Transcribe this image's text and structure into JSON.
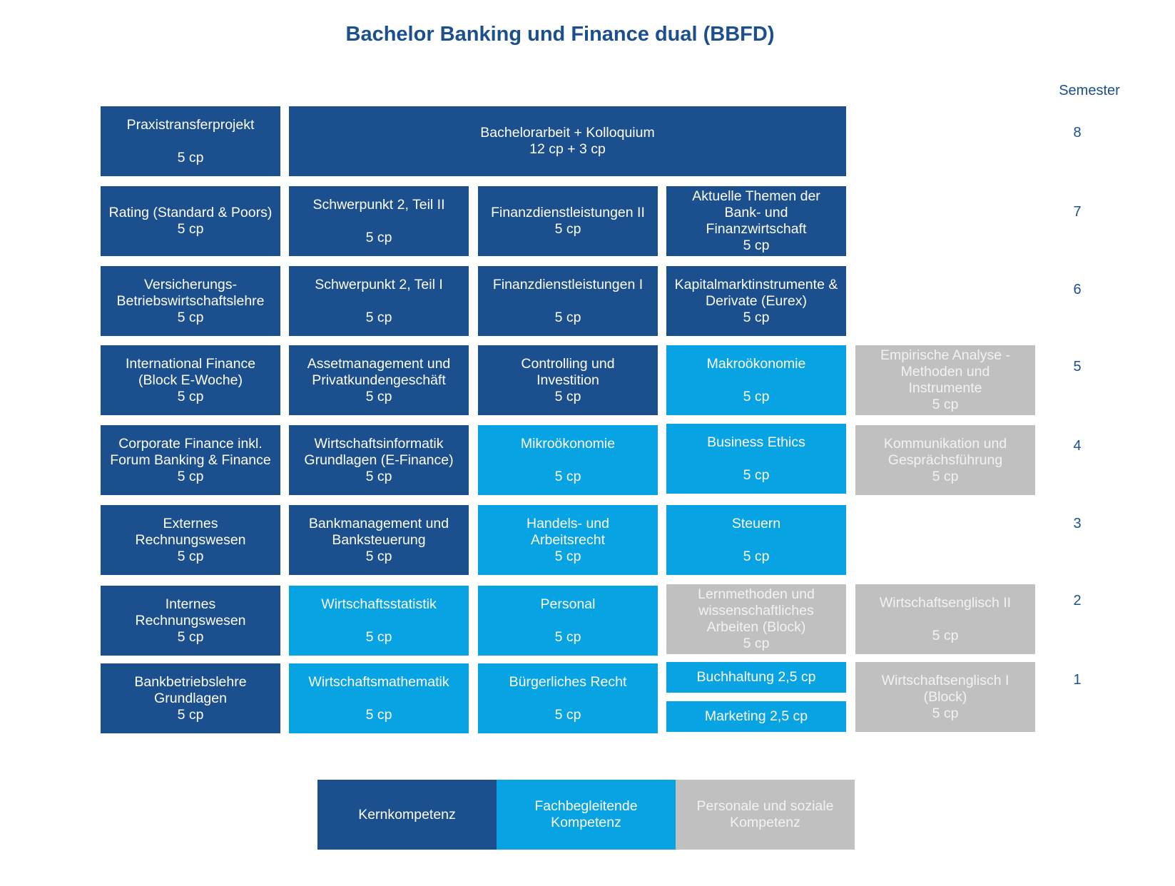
{
  "title": "Bachelor Banking und Finance dual (BBFD)",
  "semester_label": "Semester",
  "semesters": [
    "8",
    "7",
    "6",
    "5",
    "4",
    "3",
    "2",
    "1"
  ],
  "colors": {
    "kernkompetenz": "#1b4f8e",
    "fachbegleitend": "#08a3e2",
    "personal_sozial": "#c0c0c0"
  },
  "modules": {
    "s8": [
      {
        "name": "Praxistransferprojekt",
        "cp": "5 cp",
        "category": "kern"
      },
      {
        "name": "Bachelorarbeit + Kolloquium",
        "cp": "12 cp + 3 cp",
        "category": "kern"
      }
    ],
    "s7": [
      {
        "name": "Rating  (Standard & Poors)",
        "cp": "5 cp",
        "category": "kern"
      },
      {
        "name": "Schwerpunkt 2, Teil II",
        "cp": "5 cp",
        "category": "kern"
      },
      {
        "name": "Finanzdienstleistungen II",
        "cp": "5 cp",
        "category": "kern"
      },
      {
        "name": "Aktuelle Themen der Bank- und Finanzwirtschaft",
        "cp": "5 cp",
        "category": "kern"
      }
    ],
    "s6": [
      {
        "name": "Versicherungs-Betriebswirtschaftslehre",
        "cp": "5 cp",
        "category": "kern"
      },
      {
        "name": "Schwerpunkt 2, Teil I",
        "cp": "5 cp",
        "category": "kern"
      },
      {
        "name": "Finanzdienstleistungen I",
        "cp": "5 cp",
        "category": "kern"
      },
      {
        "name": "Kapitalmarktinstrumente & Derivate (Eurex)",
        "cp": "5 cp",
        "category": "kern"
      }
    ],
    "s5": [
      {
        "name": "International Finance (Block E-Woche)",
        "cp": "5 cp",
        "category": "kern"
      },
      {
        "name": "Assetmanagement und Privatkundengeschäft",
        "cp": "5 cp",
        "category": "kern"
      },
      {
        "name": "Controlling und Investition",
        "cp": "5 cp",
        "category": "kern"
      },
      {
        "name": "Makroökonomie",
        "cp": "5 cp",
        "category": "fach"
      },
      {
        "name": "Empirische Analyse - Methoden und Instrumente",
        "cp": "5 cp",
        "category": "sozial"
      }
    ],
    "s4": [
      {
        "name": "Corporate Finance inkl. Forum Banking & Finance",
        "cp": "5 cp",
        "category": "kern"
      },
      {
        "name": "Wirtschaftsinformatik Grundlagen (E-Finance)",
        "cp": "5 cp",
        "category": "kern"
      },
      {
        "name": "Mikroökonomie",
        "cp": "5 cp",
        "category": "fach"
      },
      {
        "name": "Business Ethics",
        "cp": "5 cp",
        "category": "fach"
      },
      {
        "name": "Kommunikation und Gesprächsführung",
        "cp": "5 cp",
        "category": "sozial"
      }
    ],
    "s3": [
      {
        "name": "Externes Rechnungswesen",
        "cp": "5 cp",
        "category": "kern"
      },
      {
        "name": "Bankmanagement und Banksteuerung",
        "cp": "5 cp",
        "category": "kern"
      },
      {
        "name": "Handels- und Arbeitsrecht",
        "cp": "5 cp",
        "category": "fach"
      },
      {
        "name": "Steuern",
        "cp": "5 cp",
        "category": "fach"
      }
    ],
    "s2": [
      {
        "name": "Internes Rechnungswesen",
        "cp": "5 cp",
        "category": "kern"
      },
      {
        "name": "Wirtschaftsstatistik",
        "cp": "5 cp",
        "category": "fach"
      },
      {
        "name": "Personal",
        "cp": "5 cp",
        "category": "fach"
      },
      {
        "name": "Lernmethoden und wissenschaftliches Arbeiten (Block)",
        "cp": "5 cp",
        "category": "sozial"
      },
      {
        "name": "Wirtschaftsenglisch II",
        "cp": "5 cp",
        "category": "sozial"
      }
    ],
    "s1": [
      {
        "name": "Bankbetriebslehre Grundlagen",
        "cp": "5 cp",
        "category": "kern"
      },
      {
        "name": "Wirtschaftsmathematik",
        "cp": "5  cp",
        "category": "fach"
      },
      {
        "name": "Bürgerliches Recht",
        "cp": "5 cp",
        "category": "fach"
      },
      {
        "name": "Buchhaltung  2,5 cp",
        "cp": "",
        "category": "fach"
      },
      {
        "name": "Marketing  2,5 cp",
        "cp": "",
        "category": "fach"
      },
      {
        "name": "Wirtschaftsenglisch I (Block)",
        "cp": "5 cp",
        "category": "sozial"
      }
    ]
  },
  "legend": [
    {
      "label": "Kernkompetenz"
    },
    {
      "label": "Fachbegleitende Kompetenz"
    },
    {
      "label": "Personale und soziale Kompetenz"
    }
  ]
}
